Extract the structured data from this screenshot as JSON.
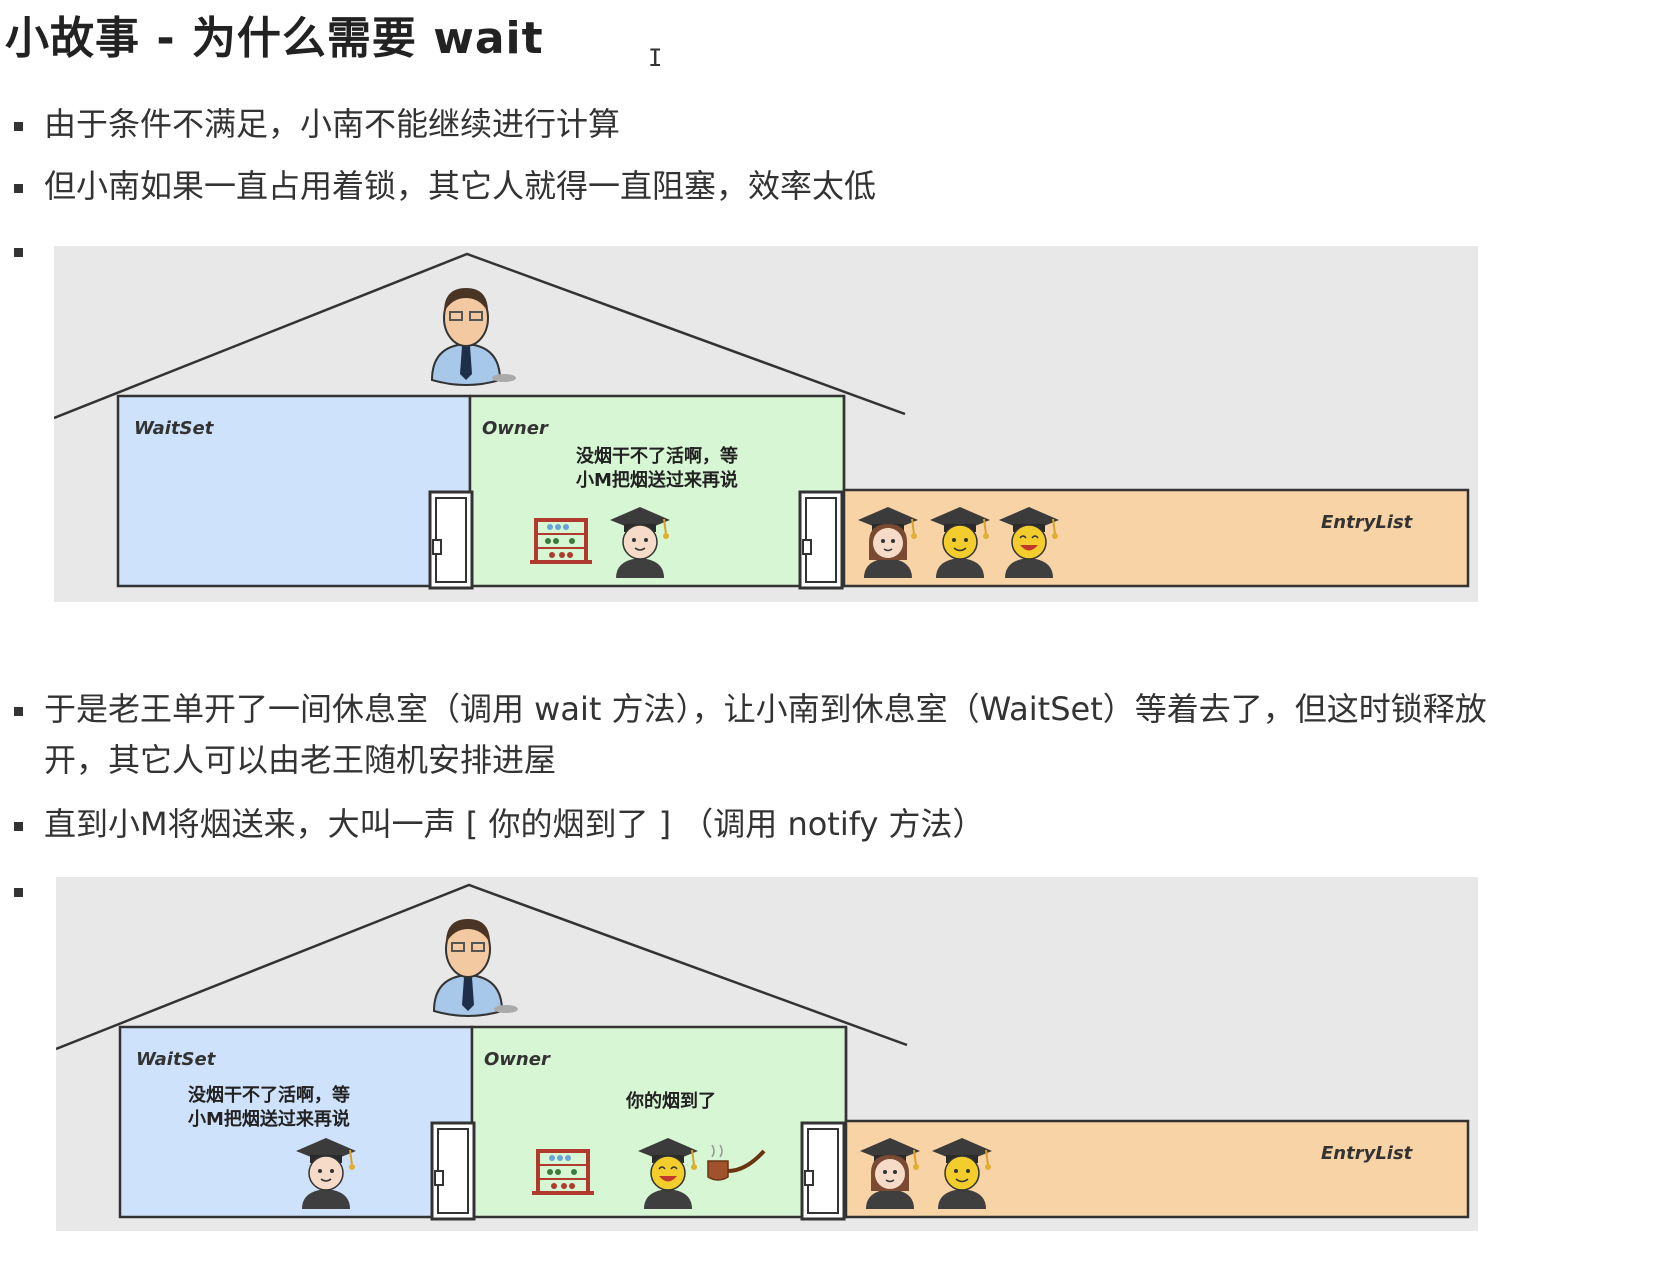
{
  "title": "小故事 - 为什么需要 wait",
  "cursor_glyph": "I",
  "bullets": [
    "由于条件不满足，小南不能继续进行计算",
    "但小南如果一直占用着锁，其它人就得一直阻塞，效率太低",
    "于是老王单开了一间休息室（调用 wait 方法），让小南到休息室（WaitSet）等着去了，但这时锁释放",
    "开，其它人可以由老王随机安排进屋",
    "直到小M将烟送来，大叫一声 [ 你的烟到了 ] （调用 notify 方法）"
  ],
  "diagram1": {
    "waitset_label": "WaitSet",
    "owner_label": "Owner",
    "entrylist_label": "EntryList",
    "owner_speech_line1": "没烟干不了活啊，等",
    "owner_speech_line2": "小M把烟送过来再说"
  },
  "diagram2": {
    "waitset_label": "WaitSet",
    "owner_label": "Owner",
    "entrylist_label": "EntryList",
    "waitset_speech_line1": "没烟干不了活啊，等",
    "waitset_speech_line2": "小M把烟送过来再说",
    "owner_speech": "你的烟到了"
  },
  "colors": {
    "roof_bg": "#e8e8e8",
    "waitset": "#cfe2fc",
    "owner": "#d7f6d3",
    "entrylist": "#f8d3a5",
    "outline": "#333333"
  },
  "icons": [
    "manager-icon",
    "abacus-icon",
    "student-icon",
    "student-girl-icon",
    "student-yellow-icon",
    "student-laughing-icon",
    "pipe-icon",
    "door-icon"
  ]
}
